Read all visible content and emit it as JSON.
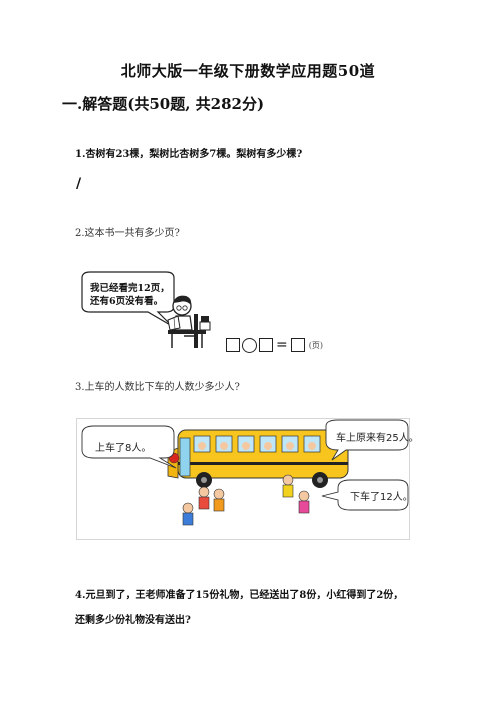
{
  "title": "北师大版一年级下册数学应用题50道",
  "section": "一.解答题(共50题, 共282分)",
  "questions": {
    "q1": "1.杏树有23棵，梨树比杏树多7棵。梨树有多少棵?",
    "q1_answer": "/",
    "q2": "2.这本书一共有多少页?",
    "q2_bubble_line1": "我已经看完12页，",
    "q2_bubble_line2": "还有6页没有看。",
    "q2_unit": "(页)",
    "q3": "3.上车的人数比下车的人数少多少人?",
    "q3_bubble_left": "上车了8人。",
    "q3_bubble_top_right": "车上原来有25人。",
    "q3_bubble_bottom_right": "下车了12人。",
    "q4_line1": "4.元旦到了，王老师准备了15份礼物，已经送出了8份，小红得到了2份，",
    "q4_line2": "还剩多少份礼物没有送出?"
  }
}
